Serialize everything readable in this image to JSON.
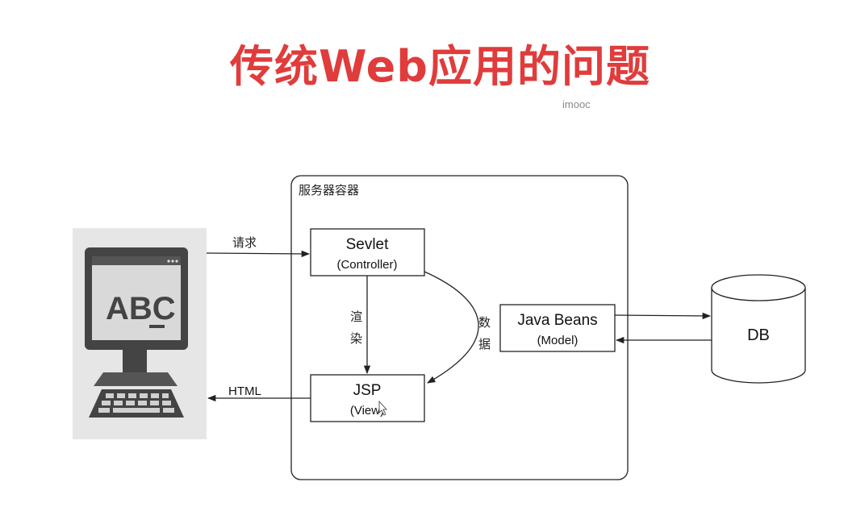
{
  "slide": {
    "title": "传统Web应用的问题",
    "watermark": "imooc"
  },
  "diagram": {
    "container_label": "服务器容器",
    "request_label": "请求",
    "render_label": [
      "渲",
      "染"
    ],
    "data_label": [
      "数",
      "据"
    ],
    "html_label": "HTML",
    "servlet": {
      "title": "Sevlet",
      "subtitle": "(Controller)"
    },
    "jsp": {
      "title": "JSP",
      "subtitle": "(View)"
    },
    "beans": {
      "title": "Java Beans",
      "subtitle": "(Model)"
    },
    "db": {
      "label": "DB"
    },
    "screen_text": "ABC"
  }
}
